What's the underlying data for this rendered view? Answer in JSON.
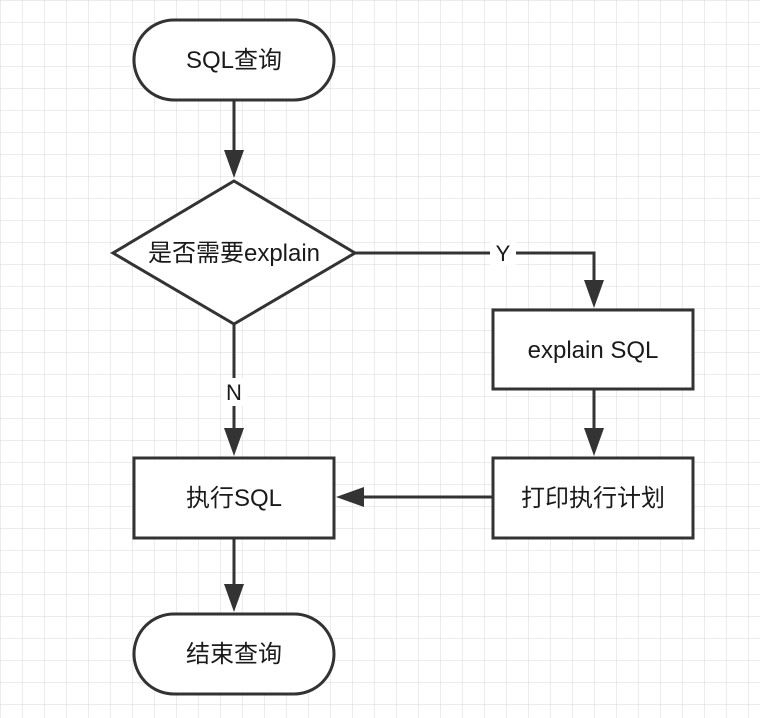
{
  "nodes": {
    "start": {
      "label": "SQL查询"
    },
    "decision": {
      "label": "是否需要explain"
    },
    "explain": {
      "label": "explain SQL"
    },
    "execute": {
      "label": "执行SQL"
    },
    "print_plan": {
      "label": "打印执行计划"
    },
    "end": {
      "label": "结束查询"
    }
  },
  "edges": {
    "yes_label": "Y",
    "no_label": "N"
  },
  "colors": {
    "stroke": "#333333",
    "grid": "#d9d9d9",
    "background": "#ffffff"
  }
}
